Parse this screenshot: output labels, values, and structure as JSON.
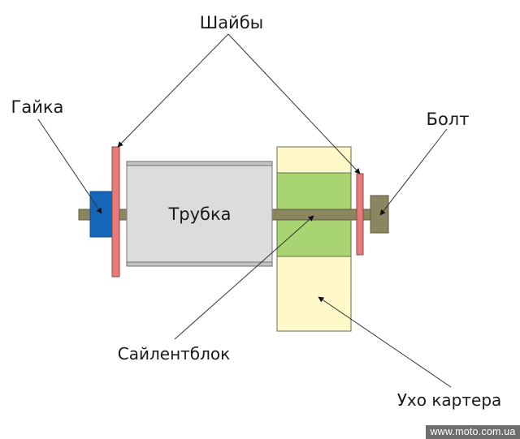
{
  "labels": {
    "washers": "Шайбы",
    "nut": "Гайка",
    "bolt": "Болт",
    "tube": "Трубка",
    "silentblock": "Сайлентблок",
    "crankcase_ear": "Ухо картера"
  },
  "watermark": "www.moto.com.ua",
  "colors": {
    "bolt": "#8a8660",
    "bolt_stroke": "#5e5b3e",
    "nut": "#1565b8",
    "washer": "#e87a7a",
    "tube": "#dcdcdc",
    "tube_strip": "#c4c4c4",
    "ear": "#fff8c8",
    "silentblock": "#a9d472",
    "outline": "#6b6b4e",
    "leader": "#333333"
  }
}
